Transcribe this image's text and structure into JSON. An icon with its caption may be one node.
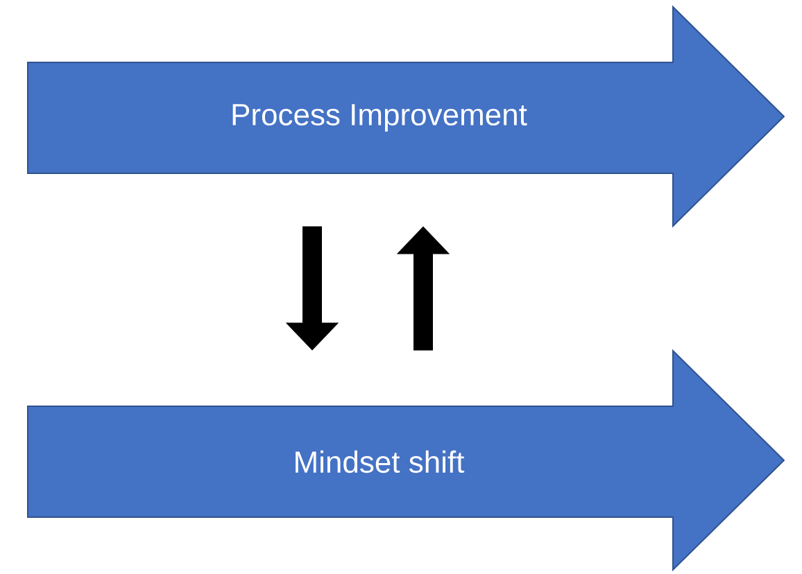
{
  "diagram": {
    "nodes": [
      {
        "text": [
          "Process Improvement"
        ]
      },
      {
        "text": [
          "Mindset shift"
        ]
      }
    ],
    "edges": [
      {
        "from": 0,
        "to": 1,
        "arrow": "to"
      },
      {
        "from": 1,
        "to": 0,
        "arrow": "to"
      }
    ]
  }
}
